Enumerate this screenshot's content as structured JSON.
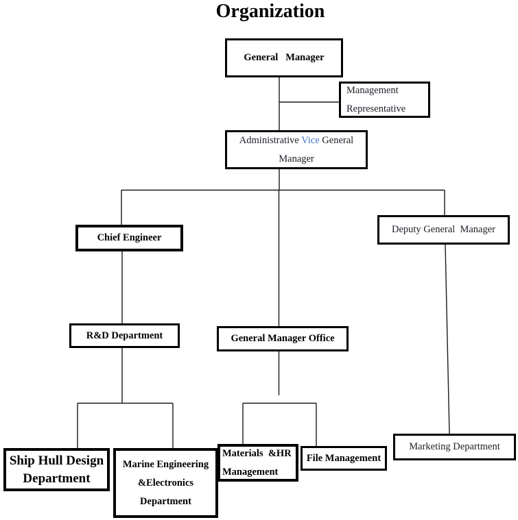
{
  "title": "Organization",
  "colors": {
    "vice": "#4472C4",
    "text": "#1d1d27",
    "border": "#000000"
  },
  "nodes": {
    "general_manager": {
      "label": "General   Manager"
    },
    "management_representative": {
      "label": "Management\nRepresentative"
    },
    "admin_vice_gm": {
      "line1_before": "Administrative ",
      "line1_vice": "Vice",
      "line1_after": " General",
      "line2": "Manager"
    },
    "chief_engineer": {
      "label": "Chief Engineer"
    },
    "deputy_general_manager": {
      "label": "Deputy General  Manager"
    },
    "rd_department": {
      "label": "R&D Department"
    },
    "general_manager_office": {
      "label": "General Manager Office"
    },
    "ship_hull_design": {
      "label": "Ship Hull Design\nDepartment"
    },
    "marine_engineering": {
      "label": "Marine Engineering\n&Electronics\nDepartment"
    },
    "materials_hr": {
      "label": "Materials  &HR\nManagement"
    },
    "file_management": {
      "label": "File Management"
    },
    "marketing_department": {
      "label": "Marketing Department"
    }
  }
}
